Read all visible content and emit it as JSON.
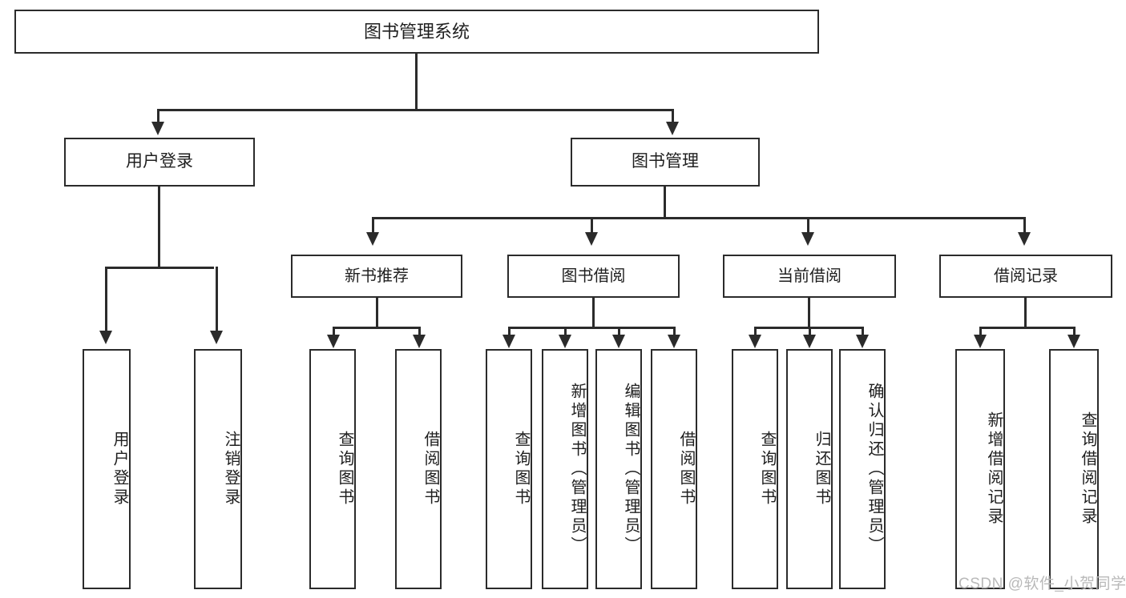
{
  "diagram": {
    "type": "tree",
    "title": "图书管理系统",
    "watermark": "CSDN @软件_小贺同学",
    "colors": {
      "stroke": "#2b2b2b",
      "fill": "#ffffff",
      "text": "#1f1f1f",
      "watermark": "#b9b9b9"
    },
    "nodes": {
      "root": "图书管理系统",
      "user_login": "用户登录",
      "book_manage": "图书管理",
      "new_book_rec": "新书推荐",
      "book_borrow": "图书借阅",
      "current_borrow": "当前借阅",
      "borrow_record": "借阅记录",
      "leaf_user_login": "用户登录",
      "leaf_logout_login": "注销登录",
      "leaf_query_book_1": "查询图书",
      "leaf_borrow_book_1": "借阅图书",
      "leaf_query_book_2": "查询图书",
      "leaf_add_book_admin": "新增图书（管理员）",
      "leaf_edit_book_admin": "编辑图书（管理员）",
      "leaf_borrow_book_2": "借阅图书",
      "leaf_query_book_3": "查询图书",
      "leaf_return_book": "归还图书",
      "leaf_confirm_return_admin": "确认归还（管理员）",
      "leaf_add_borrow_record": "新增借阅记录",
      "leaf_query_borrow_record": "查询借阅记录"
    },
    "edges": [
      {
        "from": "root",
        "to": "user_login"
      },
      {
        "from": "root",
        "to": "book_manage"
      },
      {
        "from": "user_login",
        "to": "leaf_user_login"
      },
      {
        "from": "user_login",
        "to": "leaf_logout_login"
      },
      {
        "from": "book_manage",
        "to": "new_book_rec"
      },
      {
        "from": "book_manage",
        "to": "book_borrow"
      },
      {
        "from": "book_manage",
        "to": "current_borrow"
      },
      {
        "from": "book_manage",
        "to": "borrow_record"
      },
      {
        "from": "new_book_rec",
        "to": "leaf_query_book_1"
      },
      {
        "from": "new_book_rec",
        "to": "leaf_borrow_book_1"
      },
      {
        "from": "book_borrow",
        "to": "leaf_query_book_2"
      },
      {
        "from": "book_borrow",
        "to": "leaf_add_book_admin"
      },
      {
        "from": "book_borrow",
        "to": "leaf_edit_book_admin"
      },
      {
        "from": "book_borrow",
        "to": "leaf_borrow_book_2"
      },
      {
        "from": "current_borrow",
        "to": "leaf_query_book_3"
      },
      {
        "from": "current_borrow",
        "to": "leaf_return_book"
      },
      {
        "from": "current_borrow",
        "to": "leaf_confirm_return_admin"
      },
      {
        "from": "borrow_record",
        "to": "leaf_add_borrow_record"
      },
      {
        "from": "borrow_record",
        "to": "leaf_query_borrow_record"
      }
    ]
  }
}
